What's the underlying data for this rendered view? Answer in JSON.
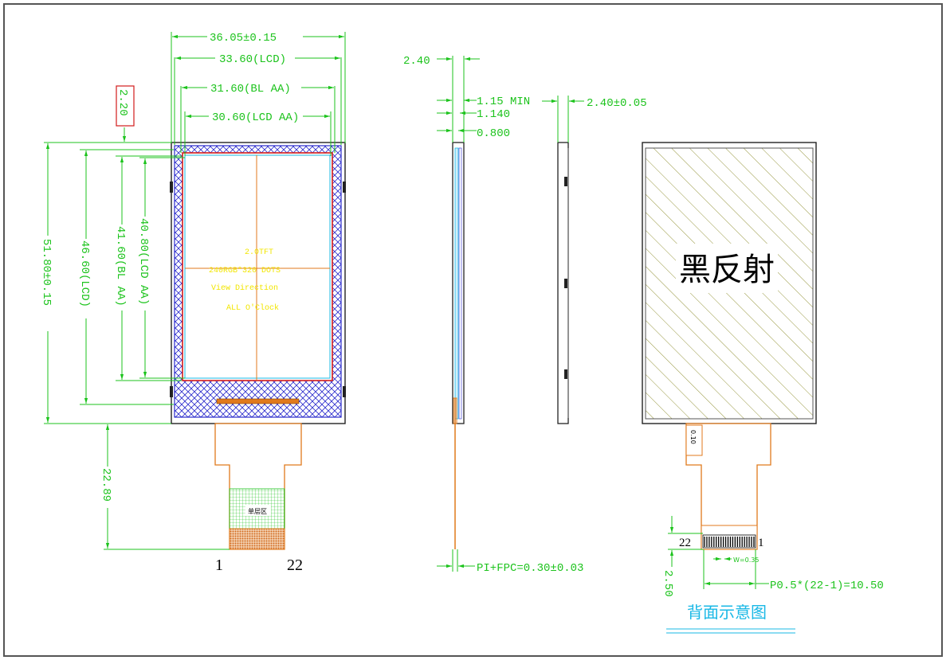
{
  "front_view": {
    "overall_width": "36.05±0.15",
    "lcd_width": "33.60(LCD)",
    "bl_aa_width": "31.60(BL AA)",
    "lcd_aa_width": "30.60(LCD AA)",
    "top_offset": "2.20",
    "overall_height": "51.80±0.15",
    "lcd_height": "46.60(LCD)",
    "bl_aa_height": "41.60(BL AA)",
    "lcd_aa_height": "40.80(LCD AA)",
    "fpc_length": "22.89",
    "label_lines": [
      "2.0TFT",
      "240RGB*320 DOTS",
      "View Direction",
      "ALL O'Clock"
    ],
    "single_layer_label": "单层区",
    "pin_left": "1",
    "pin_right": "22"
  },
  "side_view": {
    "thickness_top": "2.40",
    "min_thickness": "1.15 MIN",
    "layer_1": "1.140",
    "layer_2": "0.800",
    "fpc_thickness": "PI+FPC=0.30±0.03"
  },
  "side_view_2": {
    "thickness": "2.40±0.05"
  },
  "back_view": {
    "back_label": "黑反射",
    "stiffener_label": "0.10",
    "pin_left": "22",
    "pin_right": "1",
    "pitch_small": "W=0.35",
    "pitch_formula": "P0.5*(22-1)=10.50",
    "tail_height": "2.50",
    "title": "背面示意图"
  },
  "colors": {
    "dimension": "#1cc31c",
    "fpc": "#e07a1c",
    "cross_hatch": "#2a2acc",
    "active_area": "#d21c1c",
    "label": "#f2e600",
    "title": "#19b8e6"
  }
}
